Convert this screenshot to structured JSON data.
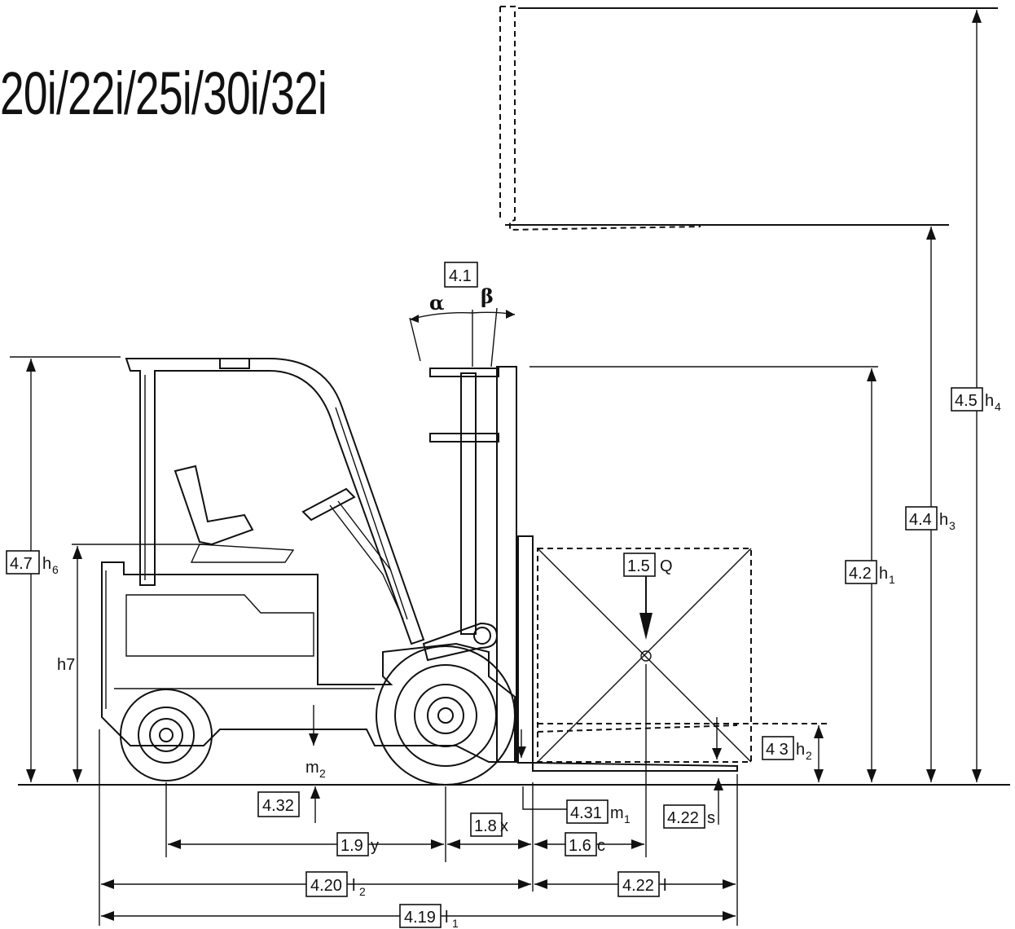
{
  "title": "20i/22i/25i/30i/32i",
  "dimensions": [
    {
      "id": "mast-tilt",
      "code": "4.1",
      "symbol": ""
    },
    {
      "id": "capacity",
      "code": "1.5",
      "symbol": "Q"
    },
    {
      "id": "overall-height-extended",
      "code": "4.5",
      "symbol": "h",
      "sub": "4"
    },
    {
      "id": "lift-height",
      "code": "4.4",
      "symbol": "h",
      "sub": "3"
    },
    {
      "id": "mast-lowered-height",
      "code": "4.2",
      "symbol": "h",
      "sub": "1"
    },
    {
      "id": "overhead-guard-height",
      "code": "4.7",
      "symbol": "h",
      "sub": "6"
    },
    {
      "id": "free-lift",
      "code": "4 3",
      "symbol": "h",
      "sub": "2"
    },
    {
      "id": "ground-clearance-center",
      "code": "4.32",
      "symbol": "",
      "sub": ""
    },
    {
      "id": "ground-clearance-mast",
      "code": "4.31",
      "symbol": "m",
      "sub": "1"
    },
    {
      "id": "fork-thickness",
      "code": "4.22",
      "symbol": "s",
      "sub": ""
    },
    {
      "id": "wheelbase",
      "code": "1.9",
      "symbol": "y",
      "sub": ""
    },
    {
      "id": "load-distance",
      "code": "1.8",
      "symbol": "x",
      "sub": ""
    },
    {
      "id": "load-center",
      "code": "1.6",
      "symbol": "c",
      "sub": ""
    },
    {
      "id": "length-to-fork-face",
      "code": "4.20",
      "symbol": "l",
      "sub": "2"
    },
    {
      "id": "fork-length",
      "code": "4.22",
      "symbol": "l",
      "sub": ""
    },
    {
      "id": "overall-length",
      "code": "4.19",
      "symbol": "l",
      "sub": "1"
    }
  ],
  "labels": {
    "alpha": "α",
    "beta": "β",
    "h7": "h7",
    "m2": "m",
    "m2_sub": "2"
  }
}
